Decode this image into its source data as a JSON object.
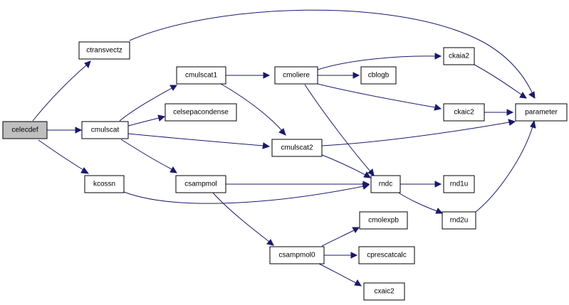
{
  "colors": {
    "edge": "#191970",
    "node_border": "#000000",
    "node_fill": "#ffffff",
    "root_fill": "#bfbfbf"
  },
  "nodes": {
    "celecdef": "celecdef",
    "ctransvectz": "ctransvectz",
    "cmulscat": "cmulscat",
    "kcossn": "kcossn",
    "cmulscat1": "cmulscat1",
    "celsepacondense": "celsepacondense",
    "csampmol": "csampmol",
    "cmoliere": "cmoliere",
    "cmulscat2": "cmulscat2",
    "csampmol0": "csampmol0",
    "ckaia2": "ckaia2",
    "cblogb": "cblogb",
    "ckaic2": "ckaic2",
    "rndc": "rndc",
    "cmolexpb": "cmolexpb",
    "cprescatcalc": "cprescatcalc",
    "cxaic2": "cxaic2",
    "rnd1u": "rnd1u",
    "rnd2u": "rnd2u",
    "parameter": "parameter"
  },
  "edges": [
    [
      "celecdef",
      "ctransvectz"
    ],
    [
      "celecdef",
      "cmulscat"
    ],
    [
      "celecdef",
      "kcossn"
    ],
    [
      "ctransvectz",
      "parameter"
    ],
    [
      "cmulscat",
      "cmulscat1"
    ],
    [
      "cmulscat",
      "celsepacondense"
    ],
    [
      "cmulscat",
      "cmulscat2"
    ],
    [
      "cmulscat",
      "csampmol"
    ],
    [
      "kcossn",
      "rndc"
    ],
    [
      "cmulscat1",
      "cmoliere"
    ],
    [
      "cmulscat1",
      "cmulscat2"
    ],
    [
      "cmoliere",
      "ckaia2"
    ],
    [
      "cmoliere",
      "cblogb"
    ],
    [
      "cmoliere",
      "ckaic2"
    ],
    [
      "cmoliere",
      "rndc"
    ],
    [
      "ckaia2",
      "parameter"
    ],
    [
      "ckaic2",
      "parameter"
    ],
    [
      "cmulscat2",
      "parameter"
    ],
    [
      "cmulscat2",
      "rndc"
    ],
    [
      "csampmol",
      "rndc"
    ],
    [
      "csampmol",
      "csampmol0"
    ],
    [
      "rndc",
      "rnd1u"
    ],
    [
      "rndc",
      "rnd2u"
    ],
    [
      "rnd2u",
      "parameter"
    ],
    [
      "csampmol0",
      "cmolexpb"
    ],
    [
      "csampmol0",
      "cprescatcalc"
    ],
    [
      "csampmol0",
      "cxaic2"
    ]
  ]
}
